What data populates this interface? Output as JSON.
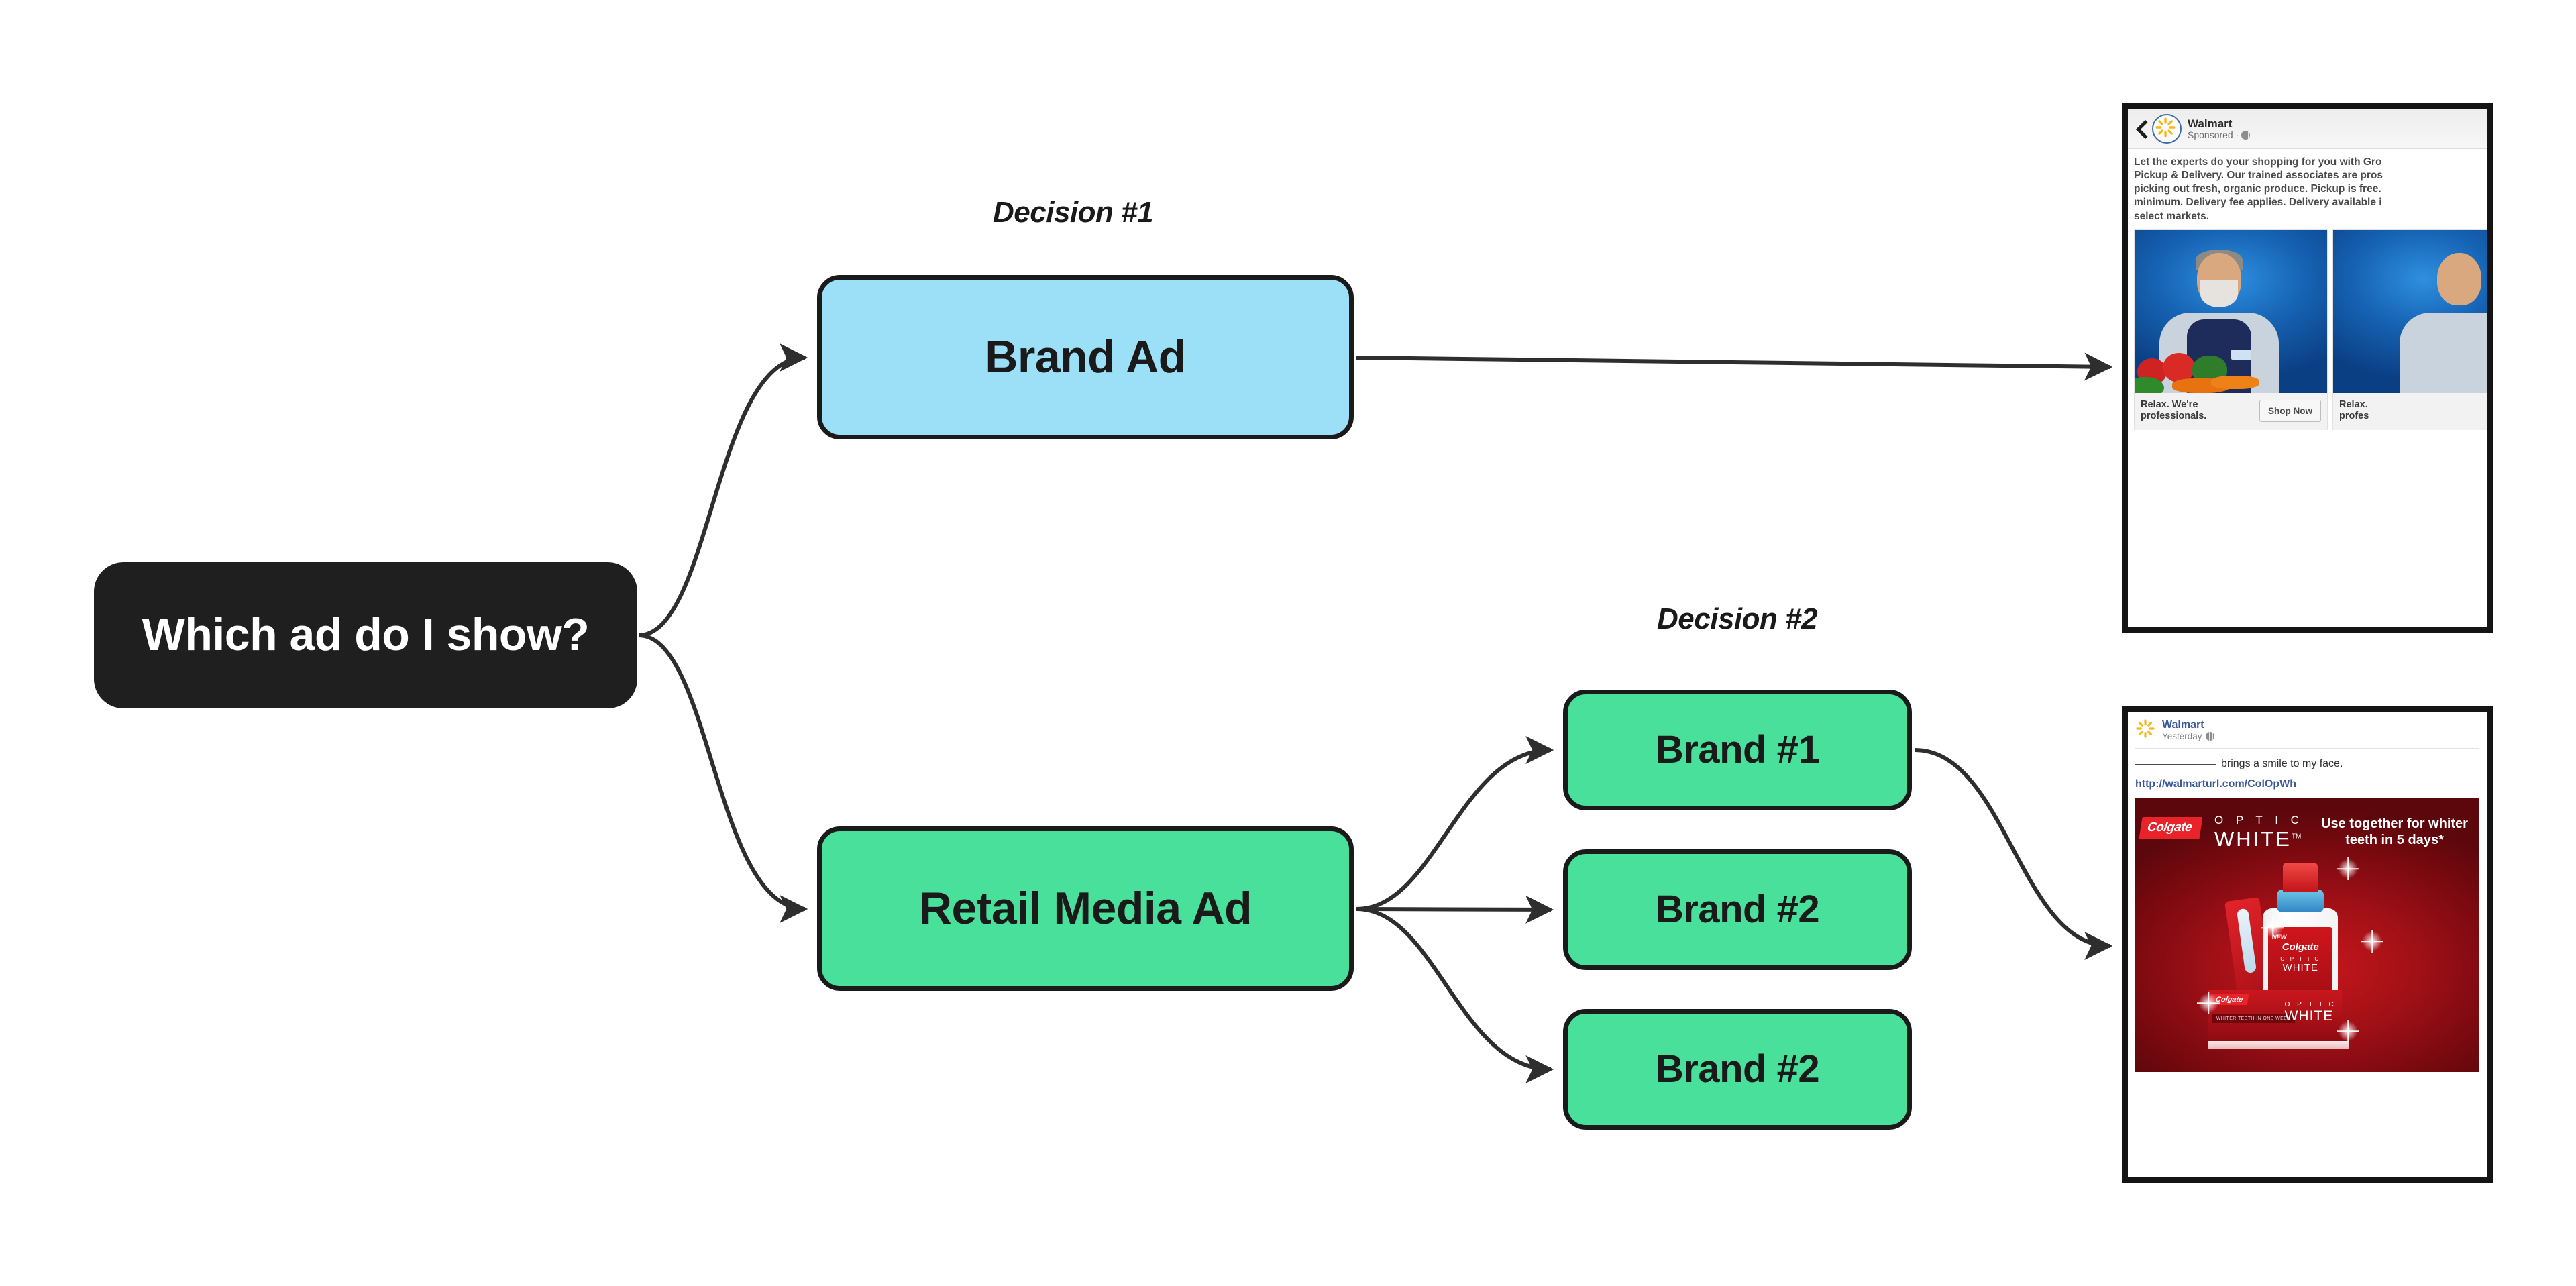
{
  "diagram": {
    "title": "Which ad do I show? decision flow",
    "root": {
      "label": "Which ad do I show?"
    },
    "decisions": [
      {
        "id": "decision-1",
        "label": "Decision #1"
      },
      {
        "id": "decision-2",
        "label": "Decision #2"
      }
    ],
    "nodes": [
      {
        "id": "brand-ad",
        "label": "Brand Ad",
        "color": "#9CE0F7"
      },
      {
        "id": "retail-media-ad",
        "label": "Retail Media Ad",
        "color": "#49E09B"
      },
      {
        "id": "brand-1",
        "label": "Brand #1",
        "color": "#49E09B"
      },
      {
        "id": "brand-2",
        "label": "Brand #2",
        "color": "#49E09B"
      },
      {
        "id": "brand-3",
        "label": "Brand #2",
        "color": "#49E09B"
      }
    ],
    "colors": {
      "root_fill": "#1f1f1f",
      "root_text": "#ffffff",
      "blue_fill": "#9CE0F7",
      "green_fill": "#49E09B",
      "stroke": "#1a1a1a",
      "background": "#ffffff"
    }
  },
  "walmart_ad": {
    "page_name": "Walmart",
    "meta": "Sponsored ·",
    "body": [
      "Let the experts do your shopping for you with Gro",
      "Pickup & Delivery. Our trained associates are pros",
      "picking out fresh, organic produce. Pickup is free.",
      "minimum. Delivery fee applies. Delivery available i",
      "select markets."
    ],
    "slides": [
      {
        "caption_line1": "Relax. We're",
        "caption_line2": "professionals.",
        "cta": "Shop Now"
      },
      {
        "caption_line1": "Relax.",
        "caption_line2": "profes",
        "cta": ""
      }
    ]
  },
  "colgate_ad": {
    "page_name": "Walmart",
    "meta": "Yesterday",
    "post_text": "brings a smile to my face.",
    "link_url": "http://walmarturl.com/ColOpWh",
    "creative": {
      "brand": "Colgate",
      "product_line_1": "O P T I C",
      "product_line_2": "WHITE",
      "tagline_line1": "Use together for whiter",
      "tagline_line2": "teeth in 5 days*",
      "bottle_new_flag": "NEW",
      "bottle_brand": "Colgate",
      "bottle_line_1": "O P T I C",
      "bottle_line_2": "WHITE",
      "box_brand": "Colgate",
      "box_claim": "WHITER TEETH IN ONE WEEK",
      "box_line_1": "O P T I C",
      "box_line_2": "WHITE"
    }
  }
}
